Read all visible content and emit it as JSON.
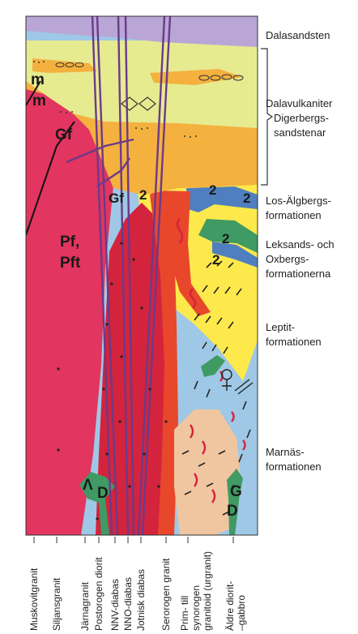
{
  "colors": {
    "dalasandsten": "#b9a6d6",
    "dalavulkaniter": "#e6eb90",
    "digerbergs": "#f4b13e",
    "granite_pink": "#e2355f",
    "granite_red": "#d4233c",
    "leptit_yellow": "#fde94c",
    "marnas_blue": "#9fc8e6",
    "los_algbergs_blue": "#4f7fbe",
    "leksand_green": "#3f9a63",
    "diorite_tan": "#f0c6a0",
    "diabas_purple": "#6b3a8a",
    "orange_red": "#e8472c"
  },
  "right_labels": {
    "dalasandsten": "Dalasandsten",
    "dalavulkaniter": "Dalavulkaniter",
    "digerbergs_1": "Digerbergs-",
    "digerbergs_2": "sandstenar",
    "los_algbergs_1": "Los-Älgbergs-",
    "los_algbergs_2": "formationen",
    "leksands_1": "Leksands-   och",
    "leksands_2": "Oxbergs-",
    "leksands_3": "formationerna",
    "leptit_1": "Leptit-",
    "leptit_2": "formationen",
    "marnas_1": "Marnäs-",
    "marnas_2": "formationen"
  },
  "symbols": {
    "m1": "m",
    "m2": "m",
    "gf1": "Gf",
    "gf2": "Gf",
    "pf": "Pf,",
    "pft": "Pft",
    "two_a": "2",
    "two_b": "2",
    "two_c": "2",
    "two_d": "2",
    "two_e": "2",
    "d1": "D",
    "lambda": "Λ",
    "g": "G",
    "d2": "D"
  },
  "bottom_labels": {
    "muskovitgranit": "Muskovitgranit",
    "siljansgranit": "Siljansgranit",
    "jarnagranit": "Järnagranit",
    "postorogen": "Postorogen diorit",
    "nnv": "NNV-diabas",
    "nno": "NNO-diabas",
    "jotnisk": "Jotnisk diabas",
    "serorogen": "Serorogen granit",
    "prim_1": "Prim- till",
    "prim_2": "synorogen",
    "prim_3": "granitoid (urgranit)",
    "aldre_1": "Äldre diorit-",
    "aldre_2": "–gabbro"
  }
}
